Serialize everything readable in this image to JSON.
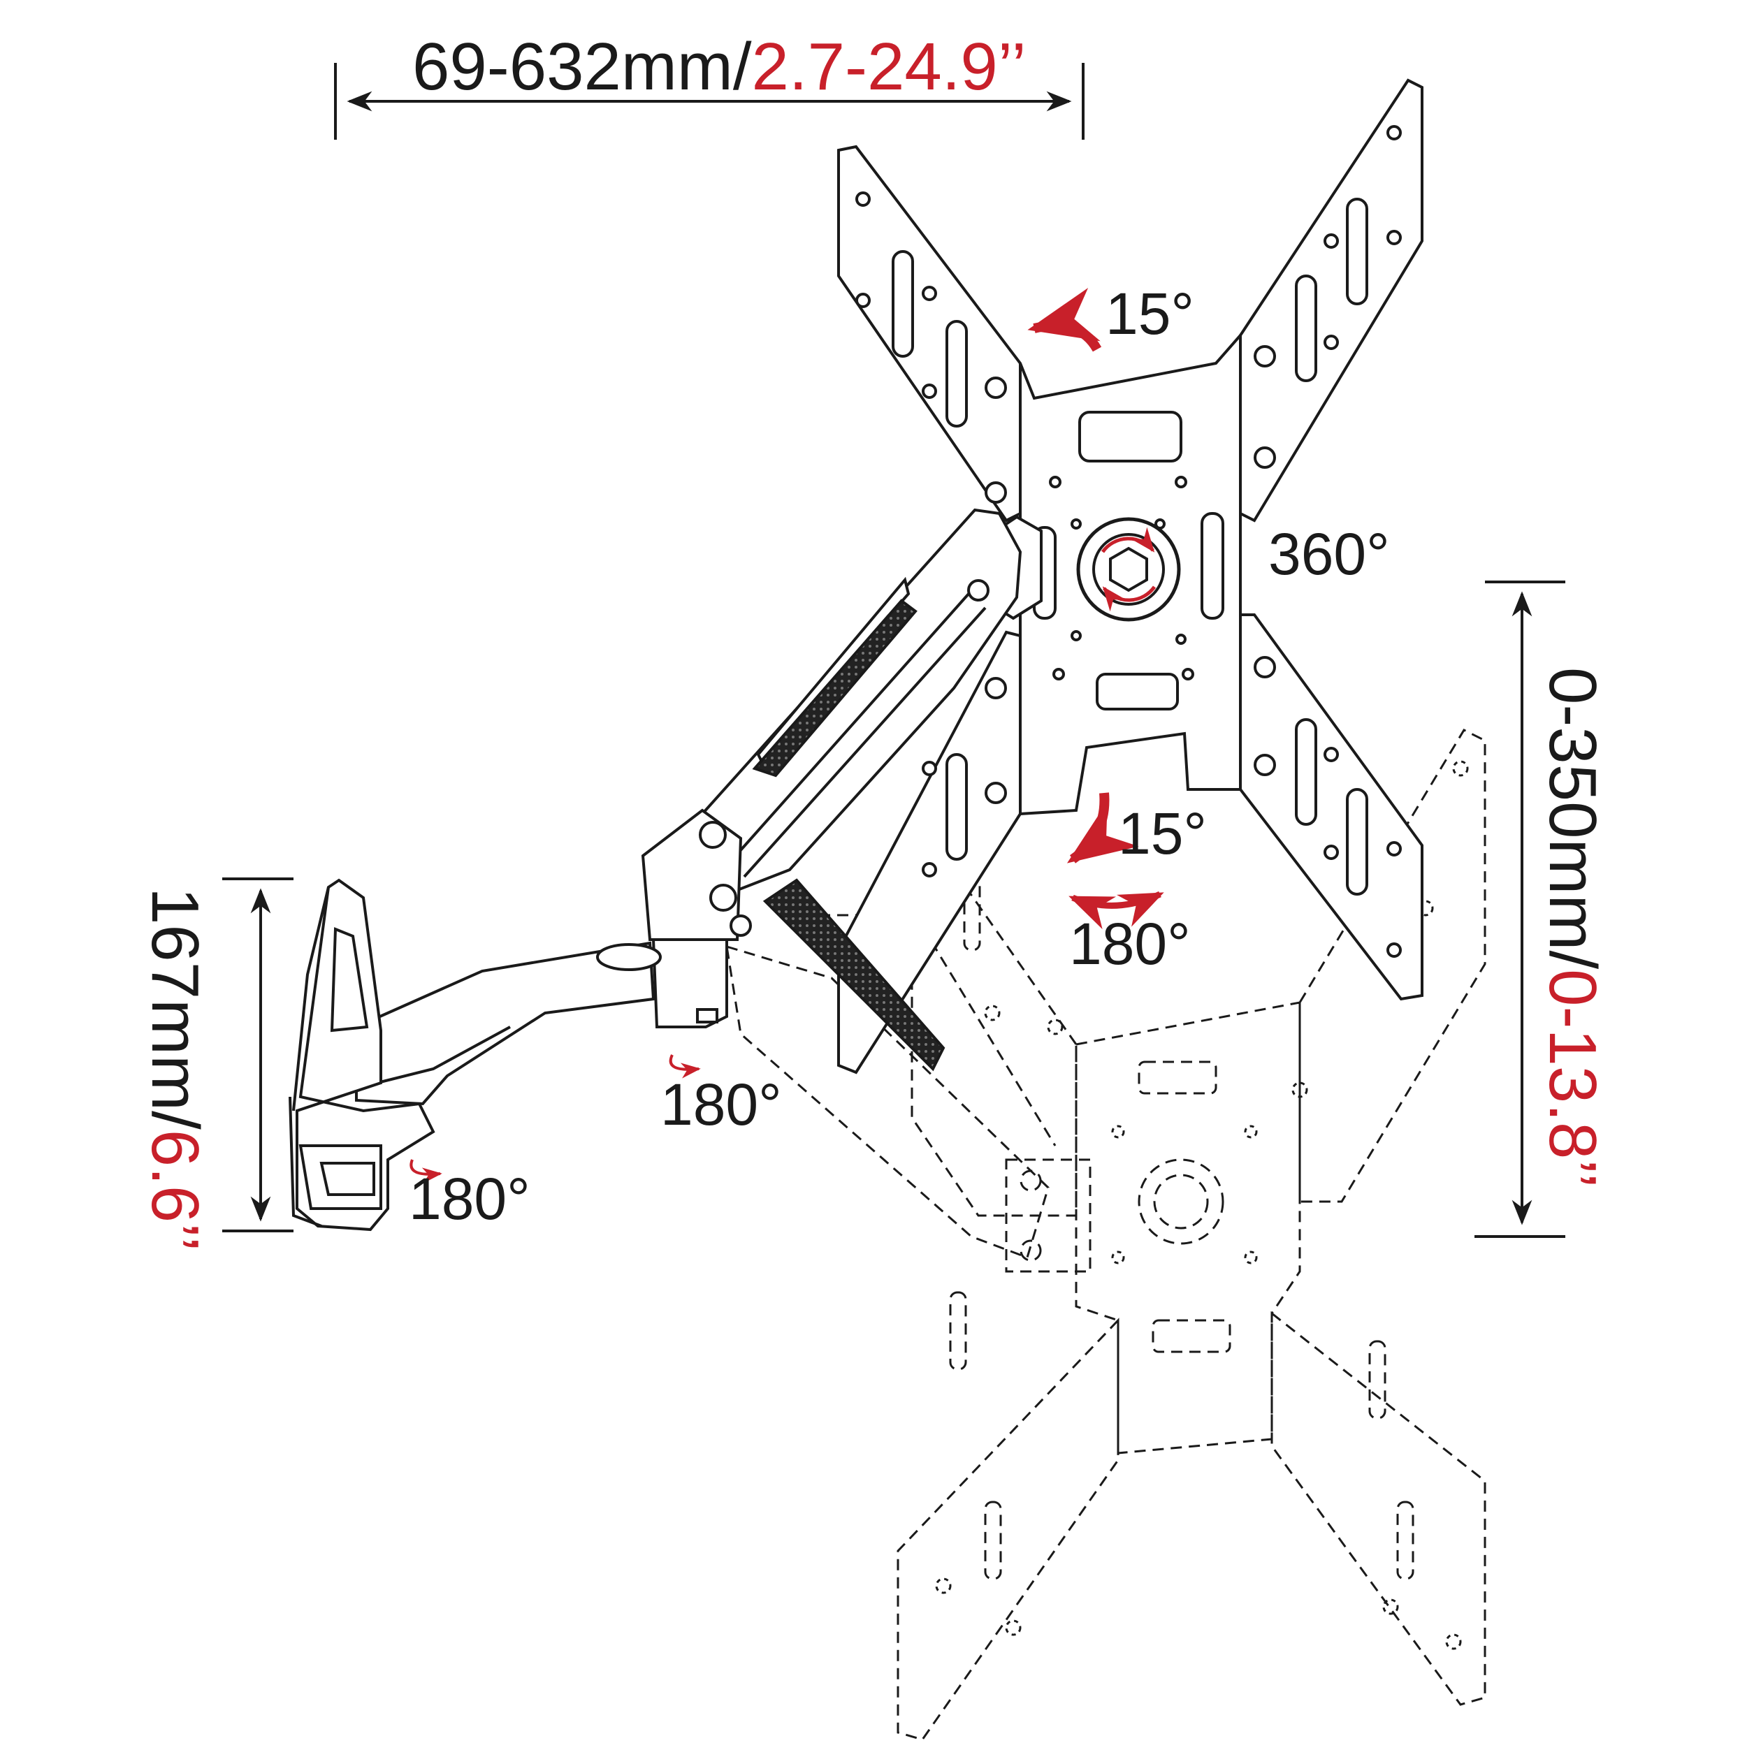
{
  "dimensions": {
    "extension": {
      "metric": "69-632mm/",
      "imperial": "2.7-24.9’’"
    },
    "height_adjust": {
      "metric": "0-350mm/",
      "imperial": "0-13.8’’"
    },
    "wall_plate": {
      "metric": "167mm/",
      "imperial": "6.6’’"
    }
  },
  "angles": {
    "tilt_up": "15°",
    "tilt_down": "15°",
    "rotation": "360°",
    "swivel_head": "180°",
    "swivel_elbow": "180°",
    "swivel_wall": "180°"
  },
  "colors": {
    "ink": "#1a1a1a",
    "accent": "#c8202a"
  }
}
